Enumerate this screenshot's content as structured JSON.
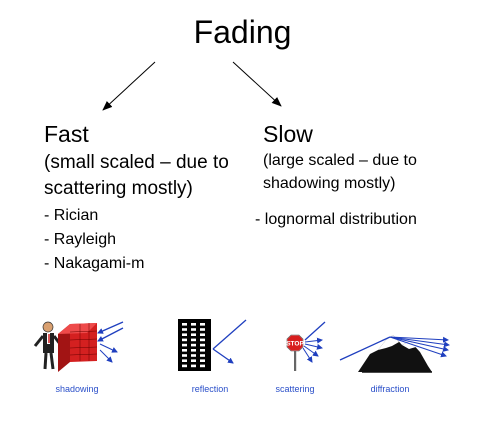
{
  "title": "Fading",
  "fast": {
    "heading": "Fast",
    "subtitle_line1": "(small scaled – due to",
    "subtitle_line2": "scattering mostly)",
    "items": [
      "- Rician",
      "- Rayleigh",
      "- Nakagami-m"
    ]
  },
  "slow": {
    "heading": "Slow",
    "subtitle_line1": "(large scaled – due to",
    "subtitle_line2": "shadowing mostly)",
    "items": [
      "- lognormal distribution"
    ]
  },
  "captions": {
    "shadowing": "shadowing",
    "reflection": "reflection",
    "scattering": "scattering",
    "diffraction": "diffraction",
    "stop_sign": "STOP"
  },
  "colors": {
    "caption": "#2a4fc9",
    "ray": "#1f3fbf",
    "wall": "#d42020",
    "building": "#000000",
    "stop": "#d81e1e"
  }
}
